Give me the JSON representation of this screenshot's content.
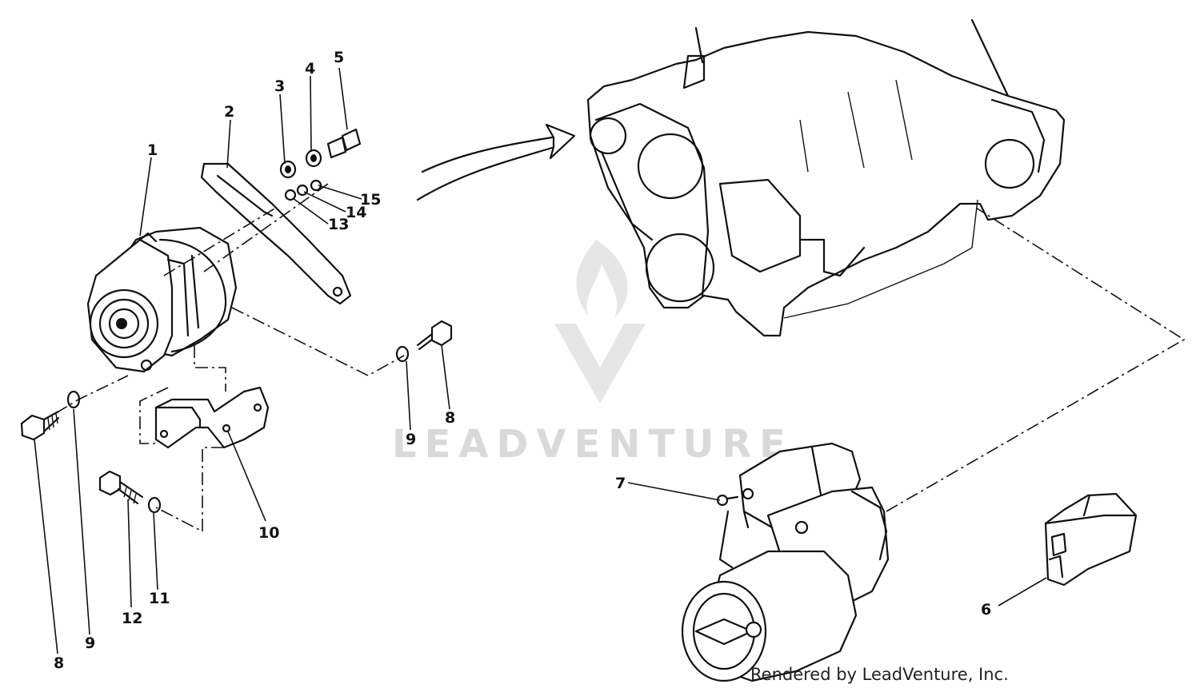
{
  "diagram": {
    "callouts": [
      {
        "id": "1",
        "label": "1"
      },
      {
        "id": "2",
        "label": "2"
      },
      {
        "id": "3",
        "label": "3"
      },
      {
        "id": "4",
        "label": "4"
      },
      {
        "id": "5",
        "label": "5"
      },
      {
        "id": "6",
        "label": "6"
      },
      {
        "id": "7",
        "label": "7"
      },
      {
        "id": "8a",
        "label": "8"
      },
      {
        "id": "8b",
        "label": "8"
      },
      {
        "id": "9a",
        "label": "9"
      },
      {
        "id": "9b",
        "label": "9"
      },
      {
        "id": "10",
        "label": "10"
      },
      {
        "id": "11",
        "label": "11"
      },
      {
        "id": "12",
        "label": "12"
      },
      {
        "id": "13",
        "label": "13"
      },
      {
        "id": "14",
        "label": "14"
      },
      {
        "id": "15",
        "label": "15"
      }
    ],
    "watermark": "LEADVENTURE",
    "credit": "Rendered by LeadVenture, Inc."
  }
}
